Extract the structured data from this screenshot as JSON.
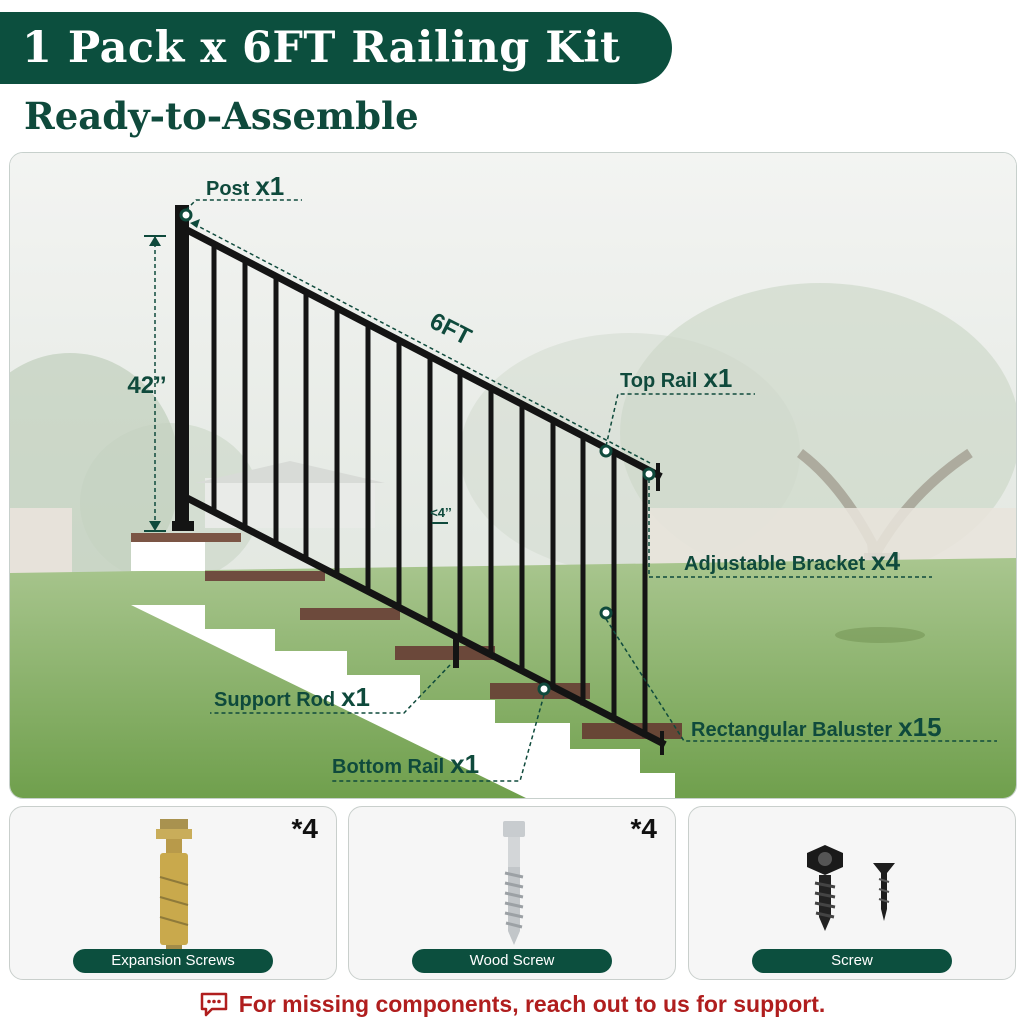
{
  "header": {
    "title": "1 Pack x 6FT Railing Kit",
    "subtitle": "Ready-to-Assemble"
  },
  "diagram": {
    "height_label": "42’’",
    "length_label": "6FT",
    "spacing_label": "<4’’",
    "callouts": [
      {
        "name": "Post",
        "qty": "x1"
      },
      {
        "name": "Top Rail",
        "qty": "x1"
      },
      {
        "name": "Adjustable Bracket",
        "qty": "x4"
      },
      {
        "name": "Support Rod",
        "qty": "x1"
      },
      {
        "name": "Rectangular Baluster",
        "qty": "x15"
      },
      {
        "name": "Bottom Rail",
        "qty": "x1"
      }
    ]
  },
  "hardware": [
    {
      "label": "Expansion Screws",
      "qty": "*4",
      "icon": "expansion-screw-icon"
    },
    {
      "label": "Wood Screw",
      "qty": "*4",
      "icon": "wood-screw-icon"
    },
    {
      "label": "Screw",
      "qty": "",
      "icon": "screw-icon"
    }
  ],
  "footer": {
    "support_text": "For missing components, reach out to us for support.",
    "icon": "chat-alert-icon"
  },
  "colors": {
    "brand_green": "#0c4f3e",
    "callout_green": "#0f4a3c",
    "alert_red": "#b01e1e"
  }
}
